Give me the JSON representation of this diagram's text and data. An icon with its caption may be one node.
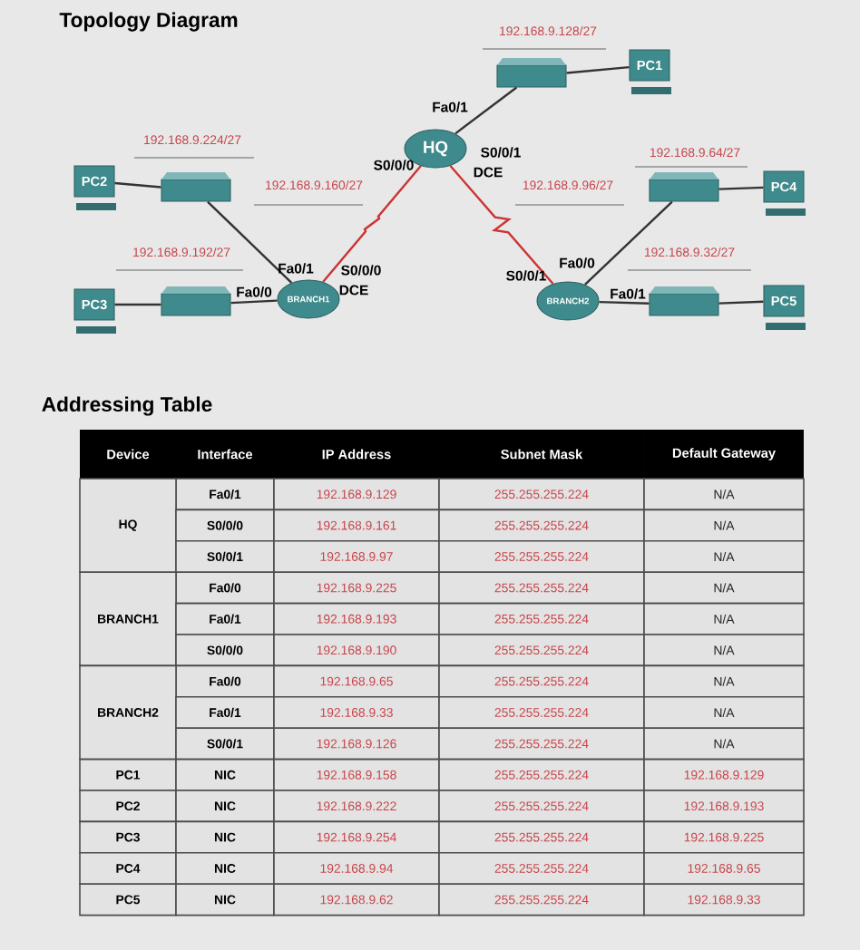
{
  "diagram": {
    "title": "Topology Diagram",
    "nodes": [
      {
        "text": [
          "HQ"
        ]
      },
      {
        "text": [
          "BRANCH1"
        ]
      },
      {
        "text": [
          "BRANCH2"
        ]
      },
      {
        "text": [],
        "shape": "box"
      },
      {
        "text": [
          "PC1"
        ]
      },
      {
        "text": [
          "PC2"
        ]
      },
      {
        "text": [],
        "shape": "box"
      },
      {
        "text": [],
        "shape": "box"
      },
      {
        "text": [
          "PC3"
        ]
      },
      {
        "text": [],
        "shape": "box"
      },
      {
        "text": [
          "PC4"
        ]
      },
      {
        "text": [],
        "shape": "box"
      },
      {
        "text": [
          "PC5"
        ]
      }
    ],
    "edges": [
      {
        "from": 0,
        "to": 3,
        "arrow": "none"
      },
      {
        "from": 3,
        "to": 4,
        "arrow": "none"
      },
      {
        "from": 0,
        "to": 1,
        "arrow": "none",
        "color": "#cc3333"
      },
      {
        "from": 0,
        "to": 2,
        "arrow": "none",
        "color": "#cc3333"
      },
      {
        "from": 5,
        "to": 6,
        "arrow": "none"
      },
      {
        "from": 6,
        "to": 1,
        "arrow": "none"
      },
      {
        "from": 8,
        "to": 7,
        "arrow": "none"
      },
      {
        "from": 7,
        "to": 1,
        "arrow": "none"
      },
      {
        "from": 2,
        "to": 9,
        "arrow": "none"
      },
      {
        "from": 9,
        "to": 10,
        "arrow": "none"
      },
      {
        "from": 2,
        "to": 11,
        "arrow": "none"
      },
      {
        "from": 11,
        "to": 12,
        "arrow": "none"
      }
    ],
    "labels": [
      "192.168.9.128/27",
      "Fa0/1",
      "192.168.9.224/27",
      "S0/0/1",
      "192.168.9.64/27",
      "S0/0/0",
      "DCE",
      "192.168.9.160/27",
      "192.168.9.96/27",
      "192.168.9.192/27",
      "Fa0/1",
      "S0/0/0",
      "Fa0/0",
      "192.168.9.32/27",
      "Fa0/0",
      "DCE",
      "S0/0/1",
      "Fa0/1",
      "Addressing Table",
      "Device",
      "Interface",
      "IP Address",
      "Subnet Mask",
      "Default Gateway",
      "Fa0/1",
      "192.168.9.129",
      "255.255.255.224",
      "N/A",
      "HQ",
      "S0/0/0",
      "192.168.9.161",
      "255.255.255.224",
      "N/A",
      "S0/0/1",
      "192.168.9.97",
      "255.255.255.224",
      "N/A",
      "Fa0/0",
      "192.168.9.225",
      "255.255.255.224",
      "N/A",
      "BRANCH1",
      "Fa0/1",
      "192.168.9.193",
      "255.255.255.224",
      "N/A",
      "S0/0/0",
      "192.168.9.190",
      "255.255.255.224",
      "N/A",
      "Fa0/0",
      "192.168.9.65",
      "255.255.255.224",
      "N/A",
      "BRANCH2",
      "Fa0/1",
      "192.168.9.33",
      "255.255.255.224",
      "N/A",
      "S0/0/1",
      "192.168.9.126",
      "255.255.255.224",
      "N/A",
      "PC1",
      "NIC",
      "192.168.9.158",
      "255.255.255.224",
      "192.168.9.129",
      "PC2",
      "NIC",
      "192.168.9.222",
      "255.255.255.224",
      "192.168.9.193",
      "PC3",
      "NIC",
      "192.168.9.254",
      "255.255.255.224",
      "192.168.9.225",
      "PC4",
      "NIC",
      "192.168.9.94",
      "255.255.255.224",
      "192.168.9.65",
      "PC5",
      "NIC",
      "192.168.9.62",
      "255.255.255.224",
      "192.168.9.33"
    ]
  }
}
